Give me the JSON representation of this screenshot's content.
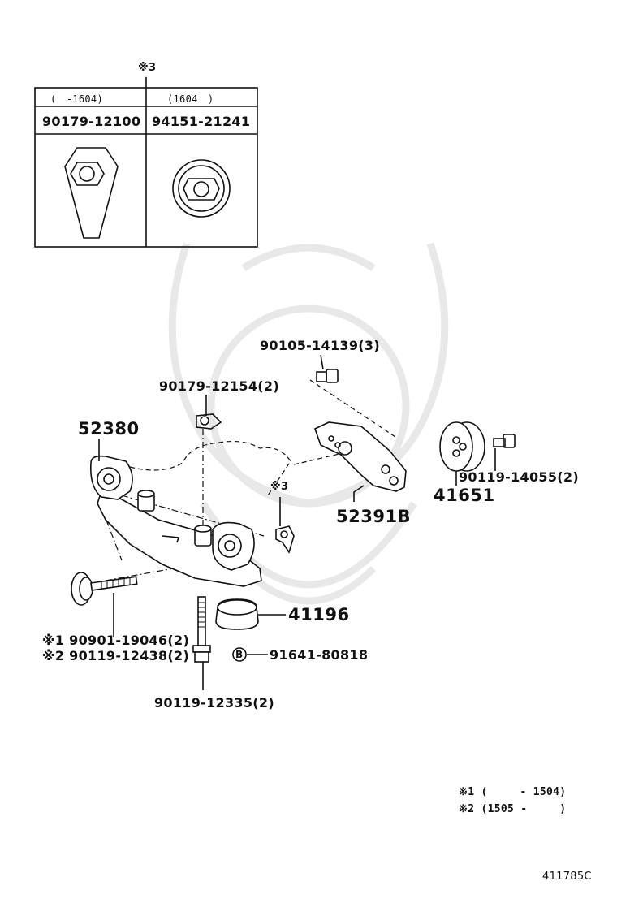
{
  "inset_table": {
    "note_mark": "※3",
    "col1": {
      "range": "(　-1604)",
      "part_no": "90179-12100"
    },
    "col2": {
      "range": "(1604　)",
      "part_no": "94151-21241"
    }
  },
  "callouts": {
    "bolt_top": "90105-14139(3)",
    "nut_clip": "90179-12154(2)",
    "member": "52380",
    "bracket": "52391B",
    "mount_right": "41651",
    "bolt_right": "90119-14055(2)",
    "note3_mark": "※3",
    "stopper": "41196",
    "bolt_front_1": "※1 90901-19046(2)",
    "bolt_front_2": "※2 90119-12438(2)",
    "b_mark": "B",
    "b_part": "91641-80818",
    "bolt_bottom": "90119-12335(2)"
  },
  "notes": {
    "note1": "※1 (　　　- 1504)",
    "note2": "※2 (1505 -　　　)"
  },
  "figure_id": "411785C"
}
